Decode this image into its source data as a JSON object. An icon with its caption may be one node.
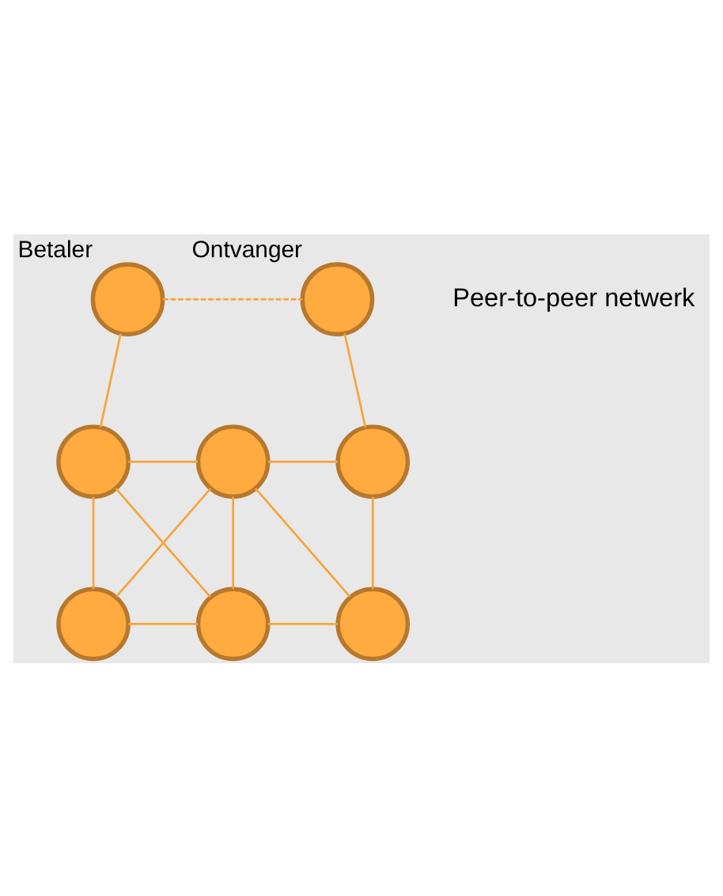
{
  "diagram": {
    "nodes": [
      {
        "text": [
          "Betaler"
        ]
      },
      {
        "text": [
          "Ontvanger"
        ]
      },
      {
        "text": [],
        "shape": "circle"
      },
      {
        "text": [],
        "shape": "circle"
      },
      {
        "text": [],
        "shape": "circle"
      },
      {
        "text": [],
        "shape": "circle"
      },
      {
        "text": [],
        "shape": "circle"
      },
      {
        "text": [],
        "shape": "circle"
      }
    ],
    "edges": [
      {
        "from": 0,
        "to": 1,
        "arrow": "none",
        "style": "dashed"
      },
      {
        "from": 0,
        "to": 2,
        "arrow": "none"
      },
      {
        "from": 1,
        "to": 4,
        "arrow": "none"
      },
      {
        "from": 2,
        "to": 3,
        "arrow": "none"
      },
      {
        "from": 3,
        "to": 4,
        "arrow": "none"
      },
      {
        "from": 2,
        "to": 5,
        "arrow": "none"
      },
      {
        "from": 2,
        "to": 6,
        "arrow": "none"
      },
      {
        "from": 3,
        "to": 5,
        "arrow": "none"
      },
      {
        "from": 3,
        "to": 6,
        "arrow": "none"
      },
      {
        "from": 3,
        "to": 7,
        "arrow": "none"
      },
      {
        "from": 4,
        "to": 7,
        "arrow": "none"
      },
      {
        "from": 5,
        "to": 6,
        "arrow": "none"
      },
      {
        "from": 6,
        "to": 7,
        "arrow": "none"
      }
    ],
    "labels": [
      "Peer-to-peer netwerk"
    ]
  }
}
